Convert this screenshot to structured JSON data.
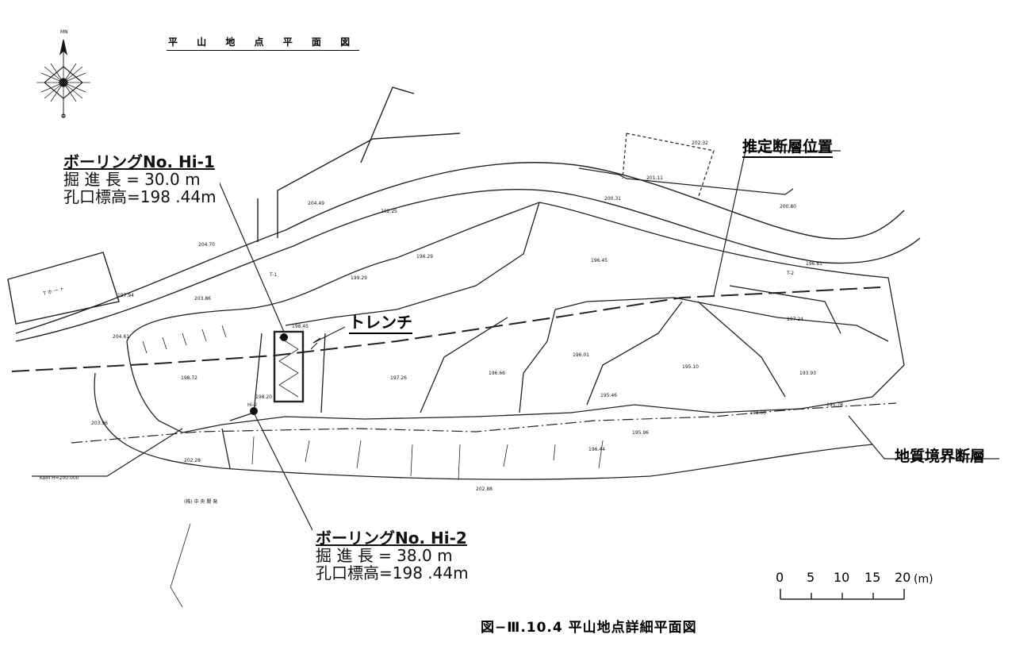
{
  "map_title": "平 山 地 点 平 面 図",
  "north_label": "MN",
  "figure_caption": "図−Ⅲ.10.4 平山地点詳細平面図",
  "boring_hi1": {
    "title": "ボーリングNo. Hi-1",
    "depth": "掘 進 長 = 30.0 m",
    "collar": "孔口標高=198 .44m"
  },
  "boring_hi2": {
    "title": "ボーリングNo. Hi-2",
    "depth": "掘 進 長 = 38.0 m",
    "collar": "孔口標高=198 .44m"
  },
  "trench_label": "トレンチ",
  "fault_estimated_label": "推定断層位置",
  "geo_boundary_fault_label": "地質境界断層",
  "kbm_label": "KBM H=200.000",
  "office_label": "(株) 中 央 開 発",
  "parking_label": "T ホ ー ト",
  "trench_marks": [
    "T-1",
    "T-2"
  ],
  "hole_label": "Hi-2",
  "scale": {
    "ticks": [
      "0",
      "5",
      "10",
      "15",
      "20"
    ],
    "unit": "(m)"
  },
  "elevations": [
    "204.49",
    "202.25",
    "204.70",
    "203.86",
    "204.61",
    "198.72",
    "203.96",
    "202.28",
    "202.88",
    "198.45",
    "198.20",
    "197.26",
    "196.66",
    "196.01",
    "195.10",
    "195.46",
    "196.29",
    "196.45",
    "195.96",
    "196.81",
    "197.24",
    "193.93",
    "195.78",
    "200.31",
    "201.11",
    "202.32",
    "200.80",
    "197.94",
    "198.66",
    "196.44",
    "199.29"
  ],
  "colors": {
    "ink": "#111111",
    "paper": "#ffffff"
  }
}
